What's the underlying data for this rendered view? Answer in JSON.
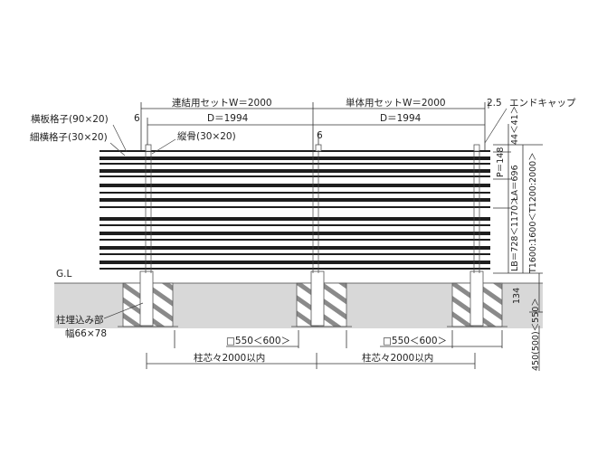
{
  "labels": {
    "set_connect": "連結用セットW＝2000",
    "set_single": "単体用セットW＝2000",
    "end_cap": "エンドキャップ",
    "gap_6_left": "6",
    "gap_6_mid": "6",
    "gap_2_5": "2.5",
    "d_left": "D＝1994",
    "d_right": "D＝1994",
    "yokoita": "横板格子(90×20)",
    "hosoyoko": "細横格子(30×20)",
    "tatebone": "縦骨(30×20)",
    "gl": "G.L",
    "embed_part": "柱埋込み部",
    "embed_width": "幅66×78",
    "found_left": "□550＜600＞",
    "found_right": "□550＜600＞",
    "pitch_left": "柱芯々2000以内",
    "pitch_right": "柱芯々2000以内",
    "dim_44": "44＜41＞",
    "dim_p": "P＝148",
    "dim_la": "LA＝696",
    "dim_lb": "LB＝728＜1170＞",
    "dim_t": "T1600:1600＜T1200:2000＞",
    "dim_134": "134",
    "dim_depth": "450(500)＜550＞"
  },
  "colors": {
    "slat": "#1e1e1e",
    "ground": "#d8d8d8",
    "line": "#333333"
  }
}
